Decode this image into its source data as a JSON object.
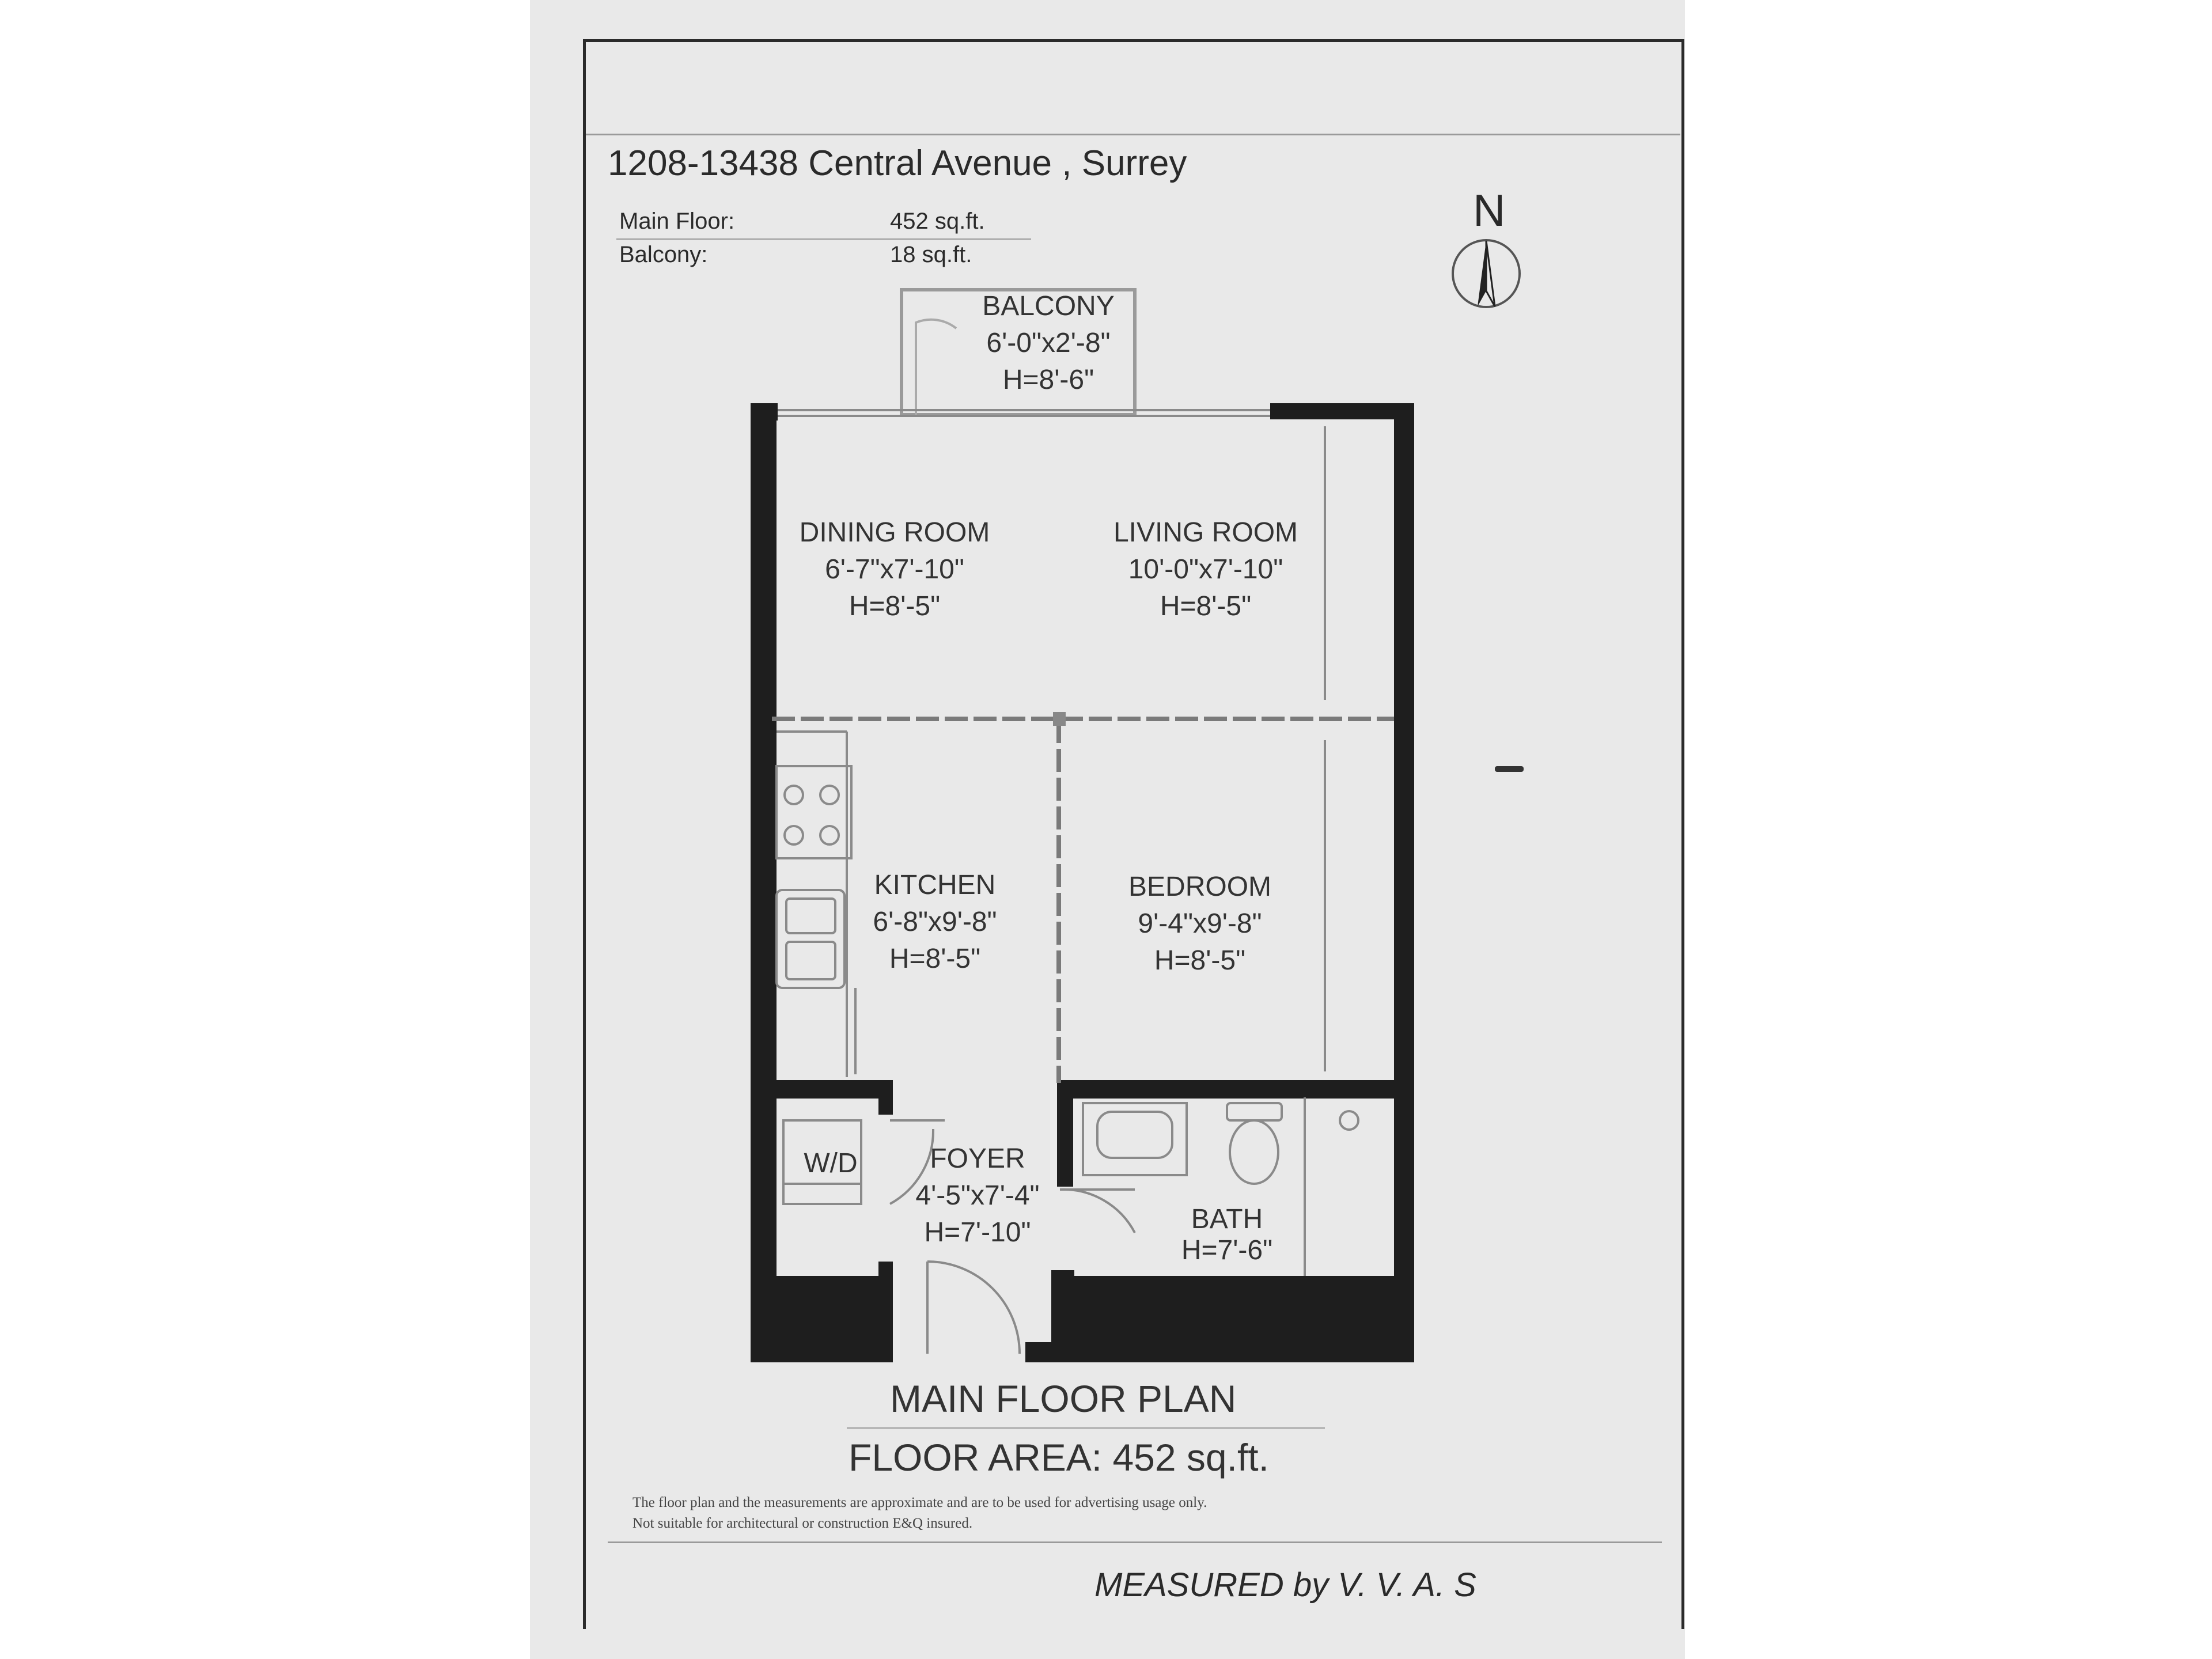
{
  "header": {
    "address": "1208-13438 Central Avenue , Surrey",
    "areas": [
      {
        "label": "Main Floor:",
        "value": "452 sq.ft."
      },
      {
        "label": "Balcony:",
        "value": "18 sq.ft."
      }
    ]
  },
  "compass": {
    "label": "N"
  },
  "rooms": {
    "balcony": {
      "name": "BALCONY",
      "size": "6'-0\"x2'-8\"",
      "height": "H=8'-6\""
    },
    "dining": {
      "name": "DINING ROOM",
      "size": "6'-7\"x7'-10\"",
      "height": "H=8'-5\""
    },
    "living": {
      "name": "LIVING ROOM",
      "size": "10'-0\"x7'-10\"",
      "height": "H=8'-5\""
    },
    "kitchen": {
      "name": "KITCHEN",
      "size": "6'-8\"x9'-8\"",
      "height": "H=8'-5\""
    },
    "bedroom": {
      "name": "BEDROOM",
      "size": "9'-4\"x9'-8\"",
      "height": "H=8'-5\""
    },
    "wd": {
      "name": "W/D"
    },
    "foyer": {
      "name": "FOYER",
      "size": "4'-5\"x7'-4\"",
      "height": "H=7'-10\""
    },
    "bath": {
      "name": "BATH",
      "height": "H=7'-6\""
    }
  },
  "footer": {
    "plan_title": "MAIN FLOOR PLAN",
    "floor_area": "FLOOR AREA: 452 sq.ft.",
    "disclaimer_1": "The floor plan and the measurements are approximate and are to be used for advertising usage only.",
    "disclaimer_2": "Not suitable for architectural or construction E&Q insured.",
    "measured_by": "MEASURED by V. V. A. S"
  },
  "colors": {
    "paper": "#e9e9e9",
    "wall": "#1e1e1e",
    "text": "#2a2a2a"
  }
}
